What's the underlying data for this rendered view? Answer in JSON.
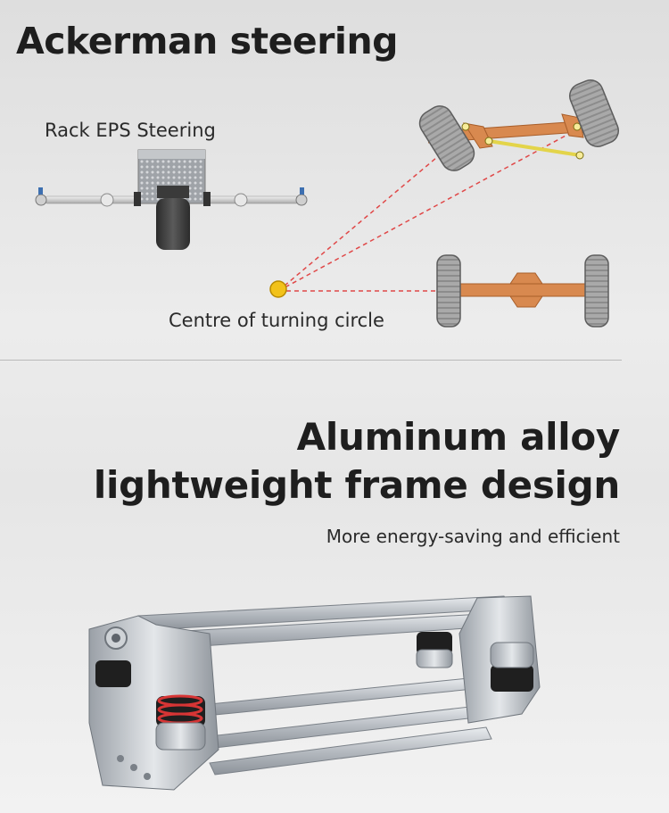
{
  "top": {
    "title": "Ackerman steering",
    "rack_label": "Rack EPS Steering",
    "centre_label": "Centre of turning circle"
  },
  "bottom": {
    "headline_line1": "Aluminum alloy",
    "headline_line2": "lightweight frame design",
    "subline": "More energy-saving and efficient"
  },
  "colors": {
    "tire": "#a6a6a6",
    "axle": "#d8894f",
    "tie_rod": "#e3d44a",
    "dashed_line": "#e04848",
    "centre_point": "#f2c21a",
    "frame_metal": "#b9bec4"
  },
  "icons": {
    "steering_unit": "rack-eps-steering-unit-icon",
    "ackerman_diagram": "ackerman-geometry-diagram",
    "frame": "aluminum-frame-illustration"
  }
}
